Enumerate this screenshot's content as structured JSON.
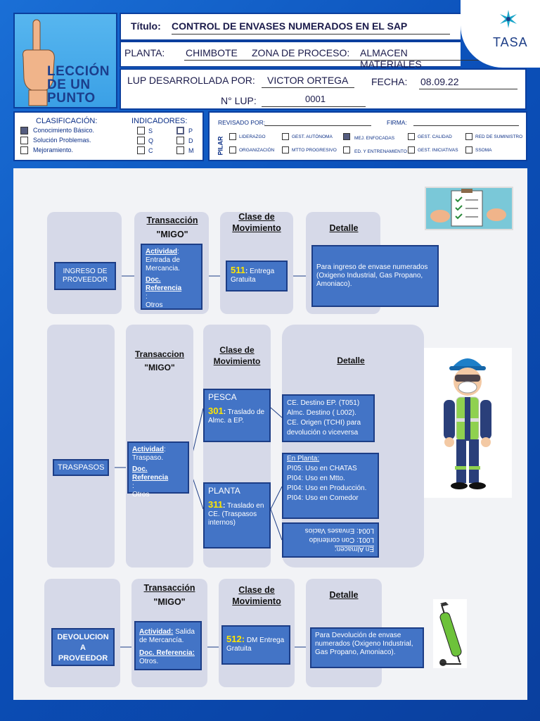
{
  "header": {
    "lesson_line1": "LECCIÓN",
    "lesson_line2": "DE UN",
    "lesson_line3": "PUNTO",
    "title_label": "Título:",
    "title_value": "CONTROL DE ENVASES NUMERADOS EN EL SAP",
    "logo_text": "TASA",
    "planta_label": "PLANTA:",
    "planta_value": "CHIMBOTE",
    "zona_label": "ZONA DE PROCESO:",
    "zona_value": "ALMACEN MATERIALES",
    "lup_by_label": "LUP DESARROLLADA POR:",
    "lup_by_value": "VICTOR ORTEGA",
    "fecha_label": "FECHA:",
    "fecha_value": "08.09.22",
    "nlup_label": "N° LUP:",
    "nlup_value": "0001"
  },
  "classification": {
    "title": "CLASIFICACIÓN:",
    "items": [
      {
        "label": "Conocimiento Básico.",
        "checked": true
      },
      {
        "label": "Solución Problemas.",
        "checked": false
      },
      {
        "label": "Mejoramiento.",
        "checked": false
      }
    ]
  },
  "indicators": {
    "title": "INDICADORES:",
    "left": [
      "S",
      "Q",
      "C"
    ],
    "right": [
      "P",
      "D",
      "M"
    ],
    "checked": "P"
  },
  "review": {
    "revisado_label": "REVISADO POR:",
    "firma_label": "FIRMA:",
    "pilar_label": "PILAR",
    "pillars_row1": [
      "LIDERAZGO",
      "GEST. AUTÓNOMA",
      "MEJ. ENFOCADAS",
      "GEST. CALIDAD",
      "RED DE SUMINISTRO"
    ],
    "pillars_row2": [
      "ORGANIZACIÓN",
      "MTTO PROGRESIVO",
      "ED. Y ENTRENAMIENTO",
      "GEST. INICIATIVAS",
      "SSOMA"
    ],
    "checked": "MEJ. ENFOCADAS"
  },
  "section1": {
    "source": "INGRESO DE PROVEEDOR",
    "transaction_head": [
      "Transacción",
      "\"MIGO\""
    ],
    "class_head": "Clase de Movimiento",
    "detail_head": "Detalle",
    "activity_label": "Actividad",
    "activity_value": "Entrada de Mercancia.",
    "doc_label": "Doc. Referencia",
    "doc_value": "Otros",
    "movement_code": "511",
    "movement_text": "Entrega Gratuita",
    "detail": "Para ingreso de envase numerados (Oxigeno Industrial, Gas Propano, Amoniaco)."
  },
  "section2": {
    "source": "TRASPASOS",
    "transaction_head": [
      "Transaccion",
      "\"MIGO\""
    ],
    "class_head": "Clase de Movimiento",
    "detail_head": "Detalle",
    "activity_label": "Actividad",
    "activity_value": "Traspaso.",
    "doc_label": "Doc. Referencia",
    "doc_value": "Otros",
    "pesca_title": "PESCA",
    "pesca_code": "301",
    "pesca_text": "Traslado de Almc. a EP.",
    "planta_title": "PLANTA",
    "planta_code": "311",
    "planta_text": "Traslado en CE. (Traspasos internos)",
    "pesca_detail": [
      "CE. Destino EP. (T051)",
      "Almc. Destino ( L002).",
      "CE. Origen (TCHI) para devolución o viceversa"
    ],
    "planta_detail_title": "En Planta:",
    "planta_detail": [
      "PI05: Uso en CHATAS",
      "PI04: Uso en Mtto.",
      "PI04: Uso en Producción.",
      "PI04: Uso en  Comedor"
    ],
    "almacen_title": "En Almacen:",
    "almacen_detail": [
      "L001: Con contenido",
      "L004: Envases Vacios"
    ]
  },
  "section3": {
    "source": "DEVOLUCION A PROVEEDOR",
    "transaction_head": [
      "Transacción",
      "\"MIGO\""
    ],
    "class_head": "Clase de Movimiento",
    "detail_head": "Detalle",
    "activity_label": "Actividad:",
    "activity_value": "Salida de Mercancía.",
    "doc_label": "Doc. Referencia:",
    "doc_value": "Otros.",
    "movement_code": "512:",
    "movement_text": "DM Entrega Gratuita",
    "detail": "Para Devolución de envase numerados (Oxigeno Industrial, Gas Propano, Amoniaco)."
  }
}
